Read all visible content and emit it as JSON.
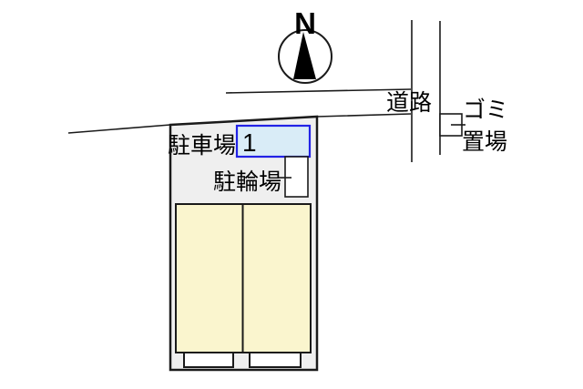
{
  "diagram": {
    "type": "site-plan",
    "compass": {
      "label": "N"
    },
    "labels": {
      "road": "道路",
      "garbage_line1": "ゴミ",
      "garbage_line2": "置場",
      "parking": "駐車場",
      "parking_space_number": "1",
      "bicycle": "駐輪場"
    },
    "colors": {
      "line": "#1a1a1a",
      "site_fill": "#efefef",
      "building_fill": "#faf5ce",
      "parking_fill": "#d9ecf7",
      "parking_border": "#2222e6",
      "box_fill": "#ffffff",
      "needle_fill": "#000000"
    }
  }
}
